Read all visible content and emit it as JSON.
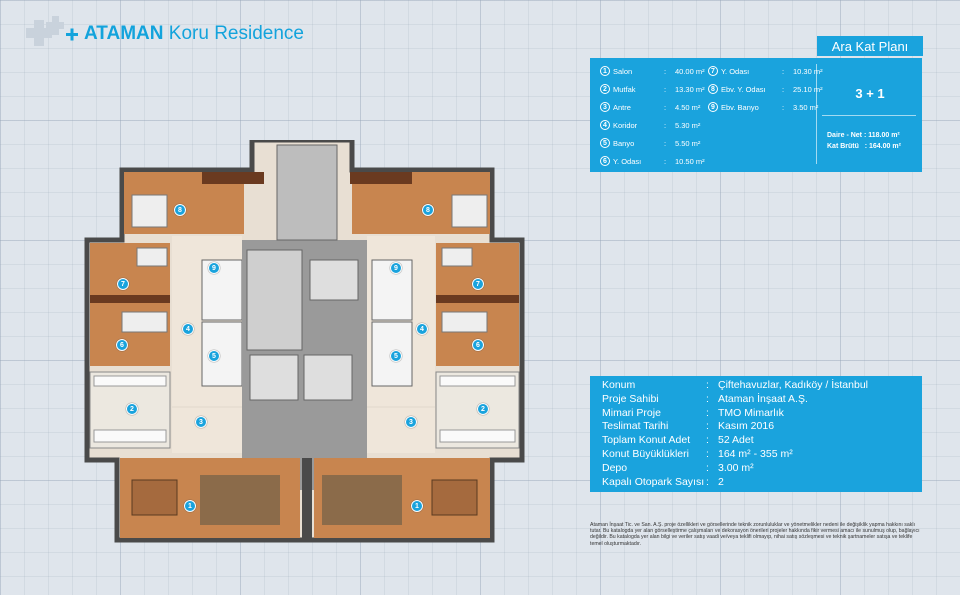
{
  "brand": {
    "name_bold": "ATAMAN",
    "name_rest": "Koru Residence",
    "color": "#13a3dc"
  },
  "plan_title": "Ara Kat Planı",
  "rooms_left": [
    {
      "n": "1",
      "name": "Salon",
      "area": "40.00 m²"
    },
    {
      "n": "2",
      "name": "Mutfak",
      "area": "13.30 m²"
    },
    {
      "n": "3",
      "name": "Antre",
      "area": "4.50 m²"
    },
    {
      "n": "4",
      "name": "Koridor",
      "area": "5.30 m²"
    },
    {
      "n": "5",
      "name": "Banyo",
      "area": "5.50 m²"
    },
    {
      "n": "6",
      "name": "Y. Odası",
      "area": "10.50 m²"
    }
  ],
  "rooms_right": [
    {
      "n": "7",
      "name": "Y. Odası",
      "area": "10.30 m²"
    },
    {
      "n": "8",
      "name": "Ebv. Y. Odası",
      "area": "25.10 m²"
    },
    {
      "n": "9",
      "name": "Ebv. Banyo",
      "area": "3.50 m²"
    }
  ],
  "unit_type": "3 + 1",
  "net_area": "Daire - Net : 118.00 m²",
  "gross_area": "Kat Brütü   : 164.00 m²",
  "project": [
    {
      "label": "Konum",
      "value": "Çiftehavuzlar, Kadıköy / İstanbul"
    },
    {
      "label": "Proje Sahibi",
      "value": "Ataman İnşaat A.Ş."
    },
    {
      "label": "Mimari Proje",
      "value": "TMO Mimarlık"
    },
    {
      "label": "Teslimat Tarihi",
      "value": "Kasım 2016"
    },
    {
      "label": "Toplam Konut Adet",
      "value": "52 Adet"
    },
    {
      "label": "Konut Büyüklükleri",
      "value": "164 m² - 355 m²"
    },
    {
      "label": "Depo",
      "value": "3.00 m²"
    },
    {
      "label": "Kapalı Otopark Sayısı",
      "value": "2"
    }
  ],
  "disclaimer": "Ataman İnşaat Tic. ve San. A.Ş. proje özellikleri ve görsellerinde teknik zorunluluklar ve yönetmelikler nedeni ile değişiklik yapma hakkını saklı tutar. Bu katalogda yer alan görselleştirme çalışmaları ve dekorasyon önerileri projeler hakkında fikir vermesi amacı ile sunulmuş olup, bağlayıcı değildir. Bu katalogda yer alan bilgi ve veriler satış vaadi ve/veya teklifi olmayıp, nihai satış sözleşmesi ve teknik şartnameler satışa ve teklife temel oluşturmaktadır.",
  "colors": {
    "accent": "#1aa3dd",
    "wood": "#c8854f",
    "wall": "#4a4a4a"
  },
  "markers": {
    "m1": "1",
    "m2": "2",
    "m3": "3",
    "m4": "4",
    "m5": "5",
    "m6": "6",
    "m7": "7",
    "m8": "8",
    "m9": "9"
  }
}
